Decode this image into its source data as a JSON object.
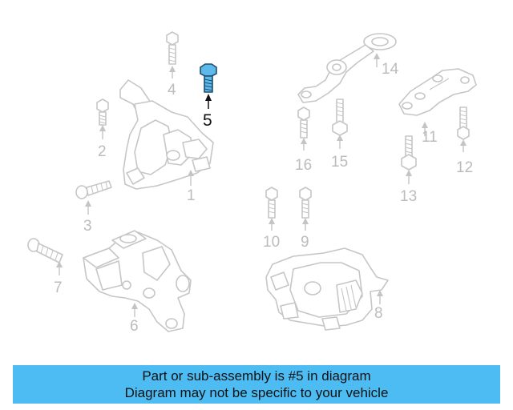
{
  "diagram": {
    "highlighted_part": "5",
    "highlight_color": "#5db9ea",
    "callouts": [
      "1",
      "2",
      "3",
      "4",
      "5",
      "6",
      "7",
      "8",
      "9",
      "10",
      "11",
      "12",
      "13",
      "14",
      "15",
      "16"
    ]
  },
  "banner": {
    "background_color": "#4cbcf3",
    "line1": "Part or sub-assembly is #5 in diagram",
    "line2": "Diagram may not be specific to your vehicle"
  }
}
